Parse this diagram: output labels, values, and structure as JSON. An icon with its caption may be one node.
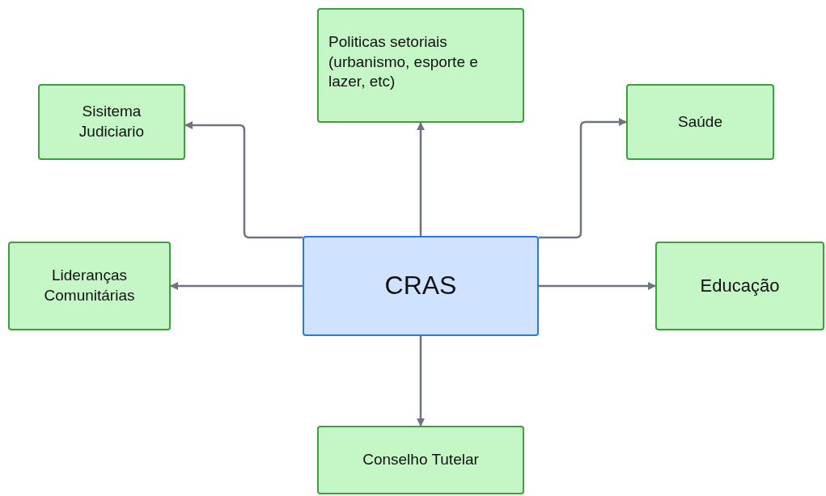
{
  "diagram": {
    "nodes": [
      {
        "text": [
          "Politicas setoriais (urbanismo, esporte e lazer, etc)"
        ]
      },
      {
        "text": [
          "Sisitema Judiciario"
        ]
      },
      {
        "text": [
          "Saúde"
        ]
      },
      {
        "text": [
          "Lideranças Comunitárias"
        ]
      },
      {
        "text": [
          "CRAS"
        ]
      },
      {
        "text": [
          "Educação"
        ]
      },
      {
        "text": [
          "Conselho Tutelar"
        ]
      }
    ],
    "edges": [
      {
        "from": 4,
        "to": 0,
        "arrow": "to"
      },
      {
        "from": 4,
        "to": 1,
        "arrow": "to"
      },
      {
        "from": 4,
        "to": 2,
        "arrow": "to"
      },
      {
        "from": 4,
        "to": 3,
        "arrow": "to"
      },
      {
        "from": 4,
        "to": 5,
        "arrow": "to"
      },
      {
        "from": 4,
        "to": 6,
        "arrow": "to"
      }
    ]
  }
}
